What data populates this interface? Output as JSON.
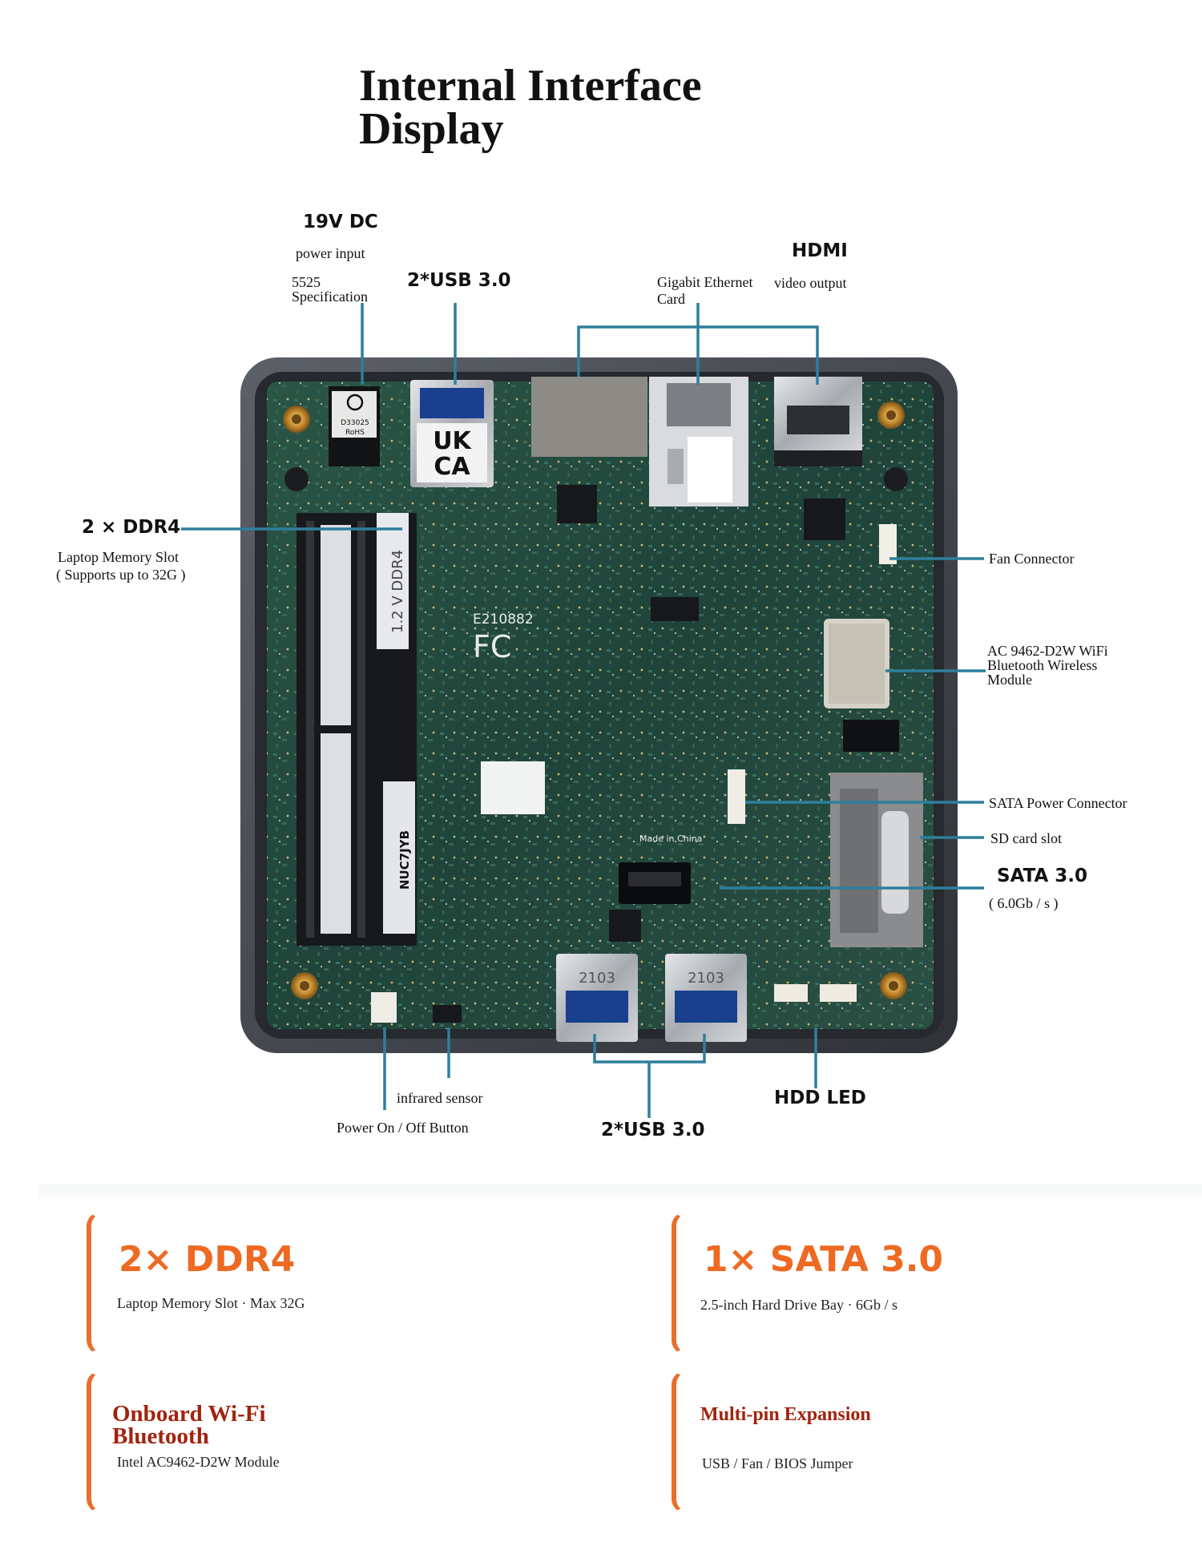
{
  "title": {
    "line1": "Internal Interface",
    "line2": "Display"
  },
  "labels": {
    "dc_title": "19V DC",
    "dc_sub1": "power input",
    "dc_sub2a": "5525",
    "dc_sub2b": "Specification",
    "usb_top": "2*USB 3.0",
    "hdmi_title": "HDMI",
    "ethernet_a": "Gigabit Ethernet",
    "ethernet_b": "Card",
    "hdmi_sub": "video output",
    "ddr4_title": "2 × DDR4",
    "ddr4_sub1": "Laptop Memory Slot",
    "ddr4_sub2": "( Supports up to 32G )",
    "fan": "Fan Connector",
    "wifi1": "AC 9462-D2W WiFi",
    "wifi2": "Bluetooth Wireless",
    "wifi3": "Module",
    "sata_power": "SATA Power Connector",
    "sd": "SD card slot",
    "sata_title": "SATA 3.0",
    "sata_sub": "( 6.0Gb / s )",
    "ir": "infrared sensor",
    "power_btn": "Power On / Off Button",
    "usb_bottom": "2*USB 3.0",
    "hdd_led": "HDD LED"
  },
  "board_marks": {
    "ukca1": "UK",
    "ukca2": "CA",
    "dc_stamp1": "D33025",
    "dc_stamp2": "RoHS",
    "ddr_label": "1.2 V DDR4",
    "cert": "E210882",
    "fc": "FC",
    "model": "NUC7JYB",
    "made": "Made in China",
    "usb_a": "2103",
    "usb_b": "2103"
  },
  "features": [
    {
      "title": "2× DDR4",
      "sub": "Laptop Memory Slot · Max 32G"
    },
    {
      "title": "1× SATA 3.0",
      "sub": "2.5-inch Hard Drive Bay · 6Gb / s"
    },
    {
      "title1": "Onboard Wi-Fi",
      "title2": "Bluetooth",
      "sub": "Intel AC9462-D2W Module"
    },
    {
      "title": "Multi-pin Expansion",
      "sub": "USB / Fan / BIOS Jumper"
    }
  ],
  "colors": {
    "leader": "#2e7f9c",
    "orange": "#ee6a22",
    "dark_red": "#a1230d",
    "pcb": "#23493d",
    "case": "#3d4046"
  }
}
